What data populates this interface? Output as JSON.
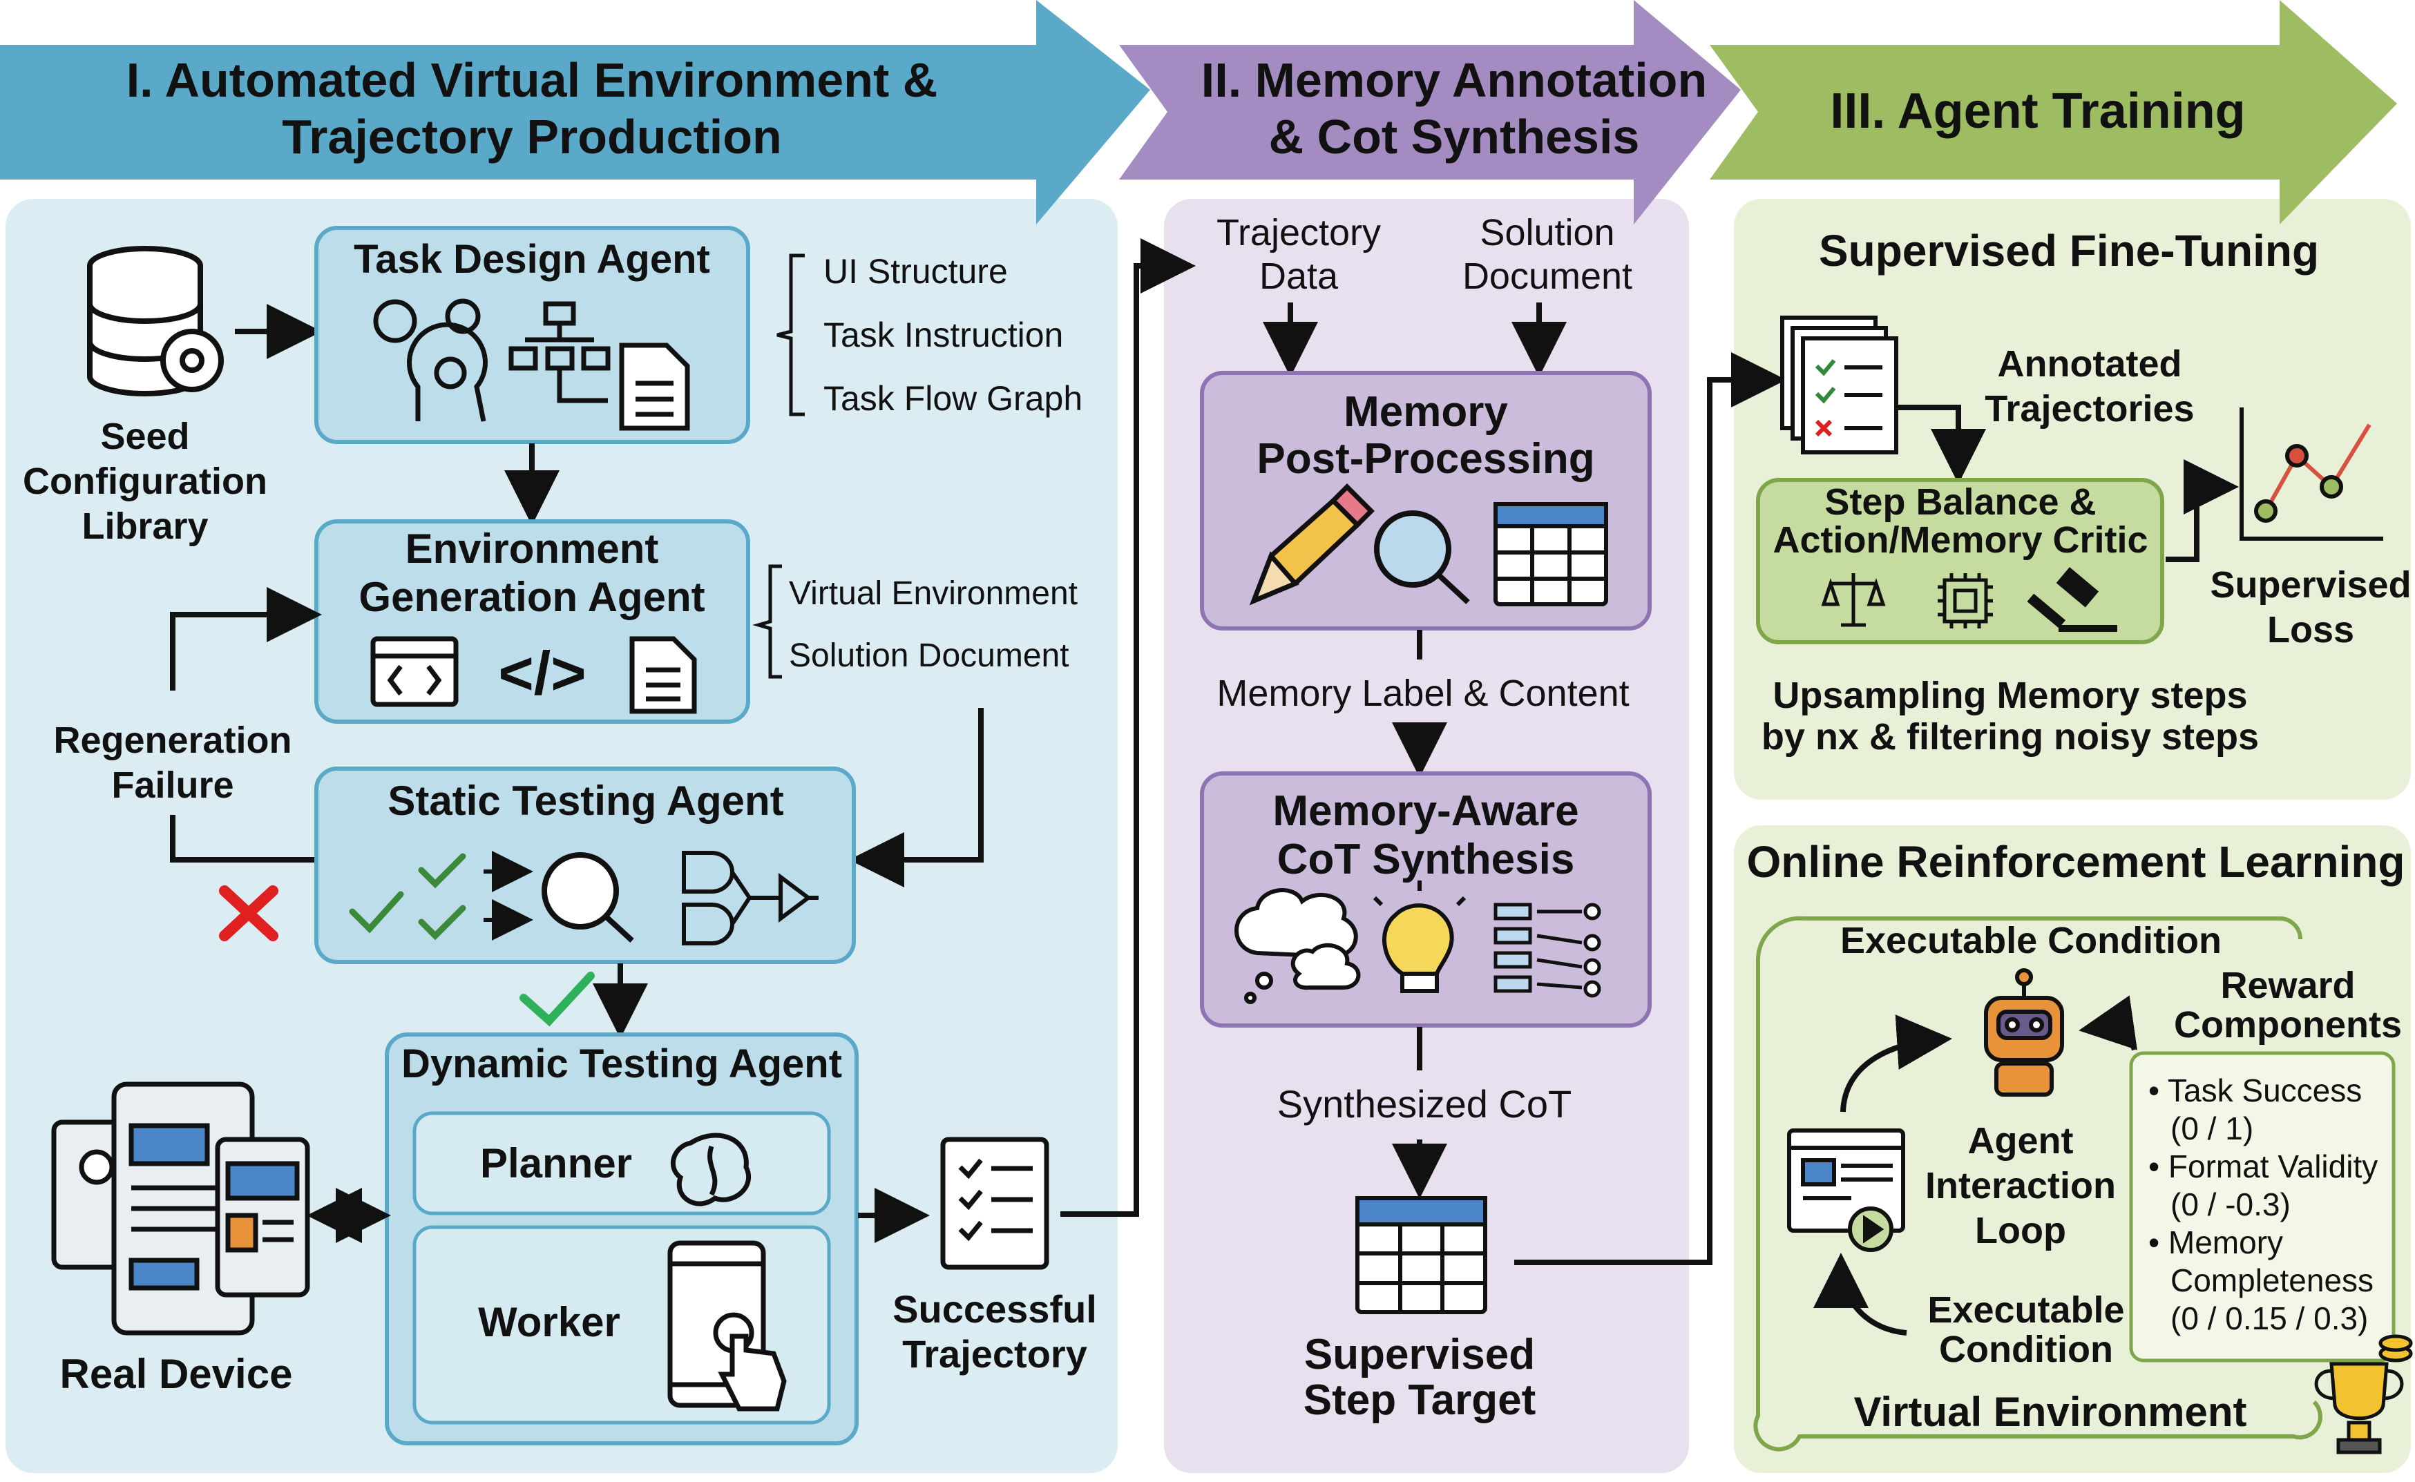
{
  "colors": {
    "blue": "#5aa9c8",
    "purple": "#a48bc1",
    "green": "#9ebd63",
    "panel_blue": "#dcecf3",
    "panel_purple": "#e8e0ef",
    "panel_green": "#e9f0d8"
  },
  "banners": {
    "stage1": [
      "I. Automated Virtual Environment &",
      "Trajectory Production"
    ],
    "stage2": [
      "II. Memory Annotation",
      "& Cot Synthesis"
    ],
    "stage3": "III. Agent Training"
  },
  "stage1": {
    "seed_library": [
      "Seed",
      "Configuration",
      "Library"
    ],
    "task_design_agent": "Task Design Agent",
    "task_outputs": [
      "UI Structure",
      "Task Instruction",
      "Task Flow Graph"
    ],
    "env_gen_agent": [
      "Environment",
      "Generation Agent"
    ],
    "env_outputs": [
      "Virtual Environment",
      "Solution Document"
    ],
    "regeneration": [
      "Regeneration",
      "Failure"
    ],
    "static_testing_agent": "Static Testing Agent",
    "dynamic_testing_agent": "Dynamic Testing Agent",
    "planner": "Planner",
    "worker": "Worker",
    "real_device": "Real Device",
    "successful_trajectory": [
      "Successful",
      "Trajectory"
    ]
  },
  "stage2": {
    "input_trajectory": [
      "Trajectory",
      "Data"
    ],
    "input_solution": [
      "Solution",
      "Document"
    ],
    "memory_post": [
      "Memory",
      "Post-Processing"
    ],
    "memory_label": "Memory Label & Content",
    "cot_synthesis": [
      "Memory-Aware",
      "CoT Synthesis"
    ],
    "synth_cot": "Synthesized CoT",
    "step_target": [
      "Supervised",
      "Step Target"
    ]
  },
  "stage3": {
    "sft_title": "Supervised Fine-Tuning",
    "annotated": [
      "Annotated",
      "Trajectories"
    ],
    "step_balance": [
      "Step Balance &",
      "Action/Memory Critic"
    ],
    "supervised_loss": [
      "Supervised",
      "Loss"
    ],
    "upsampling": [
      "Upsampling Memory steps",
      "by nx & filtering noisy steps"
    ],
    "rl_title": "Online Reinforcement Learning",
    "exec_condition_top": "Executable Condition",
    "reward_components": [
      "Reward",
      "Components"
    ],
    "agent_loop": [
      "Agent",
      "Interaction",
      "Loop"
    ],
    "exec_condition_bottom": [
      "Executable",
      "Condition"
    ],
    "virtual_env": "Virtual Environment",
    "rewards": [
      "• Task Success",
      "(0 / 1)",
      "• Format Validity",
      "(0 / -0.3)",
      "• Memory",
      "Completeness",
      "(0 / 0.15 / 0.3)"
    ]
  }
}
